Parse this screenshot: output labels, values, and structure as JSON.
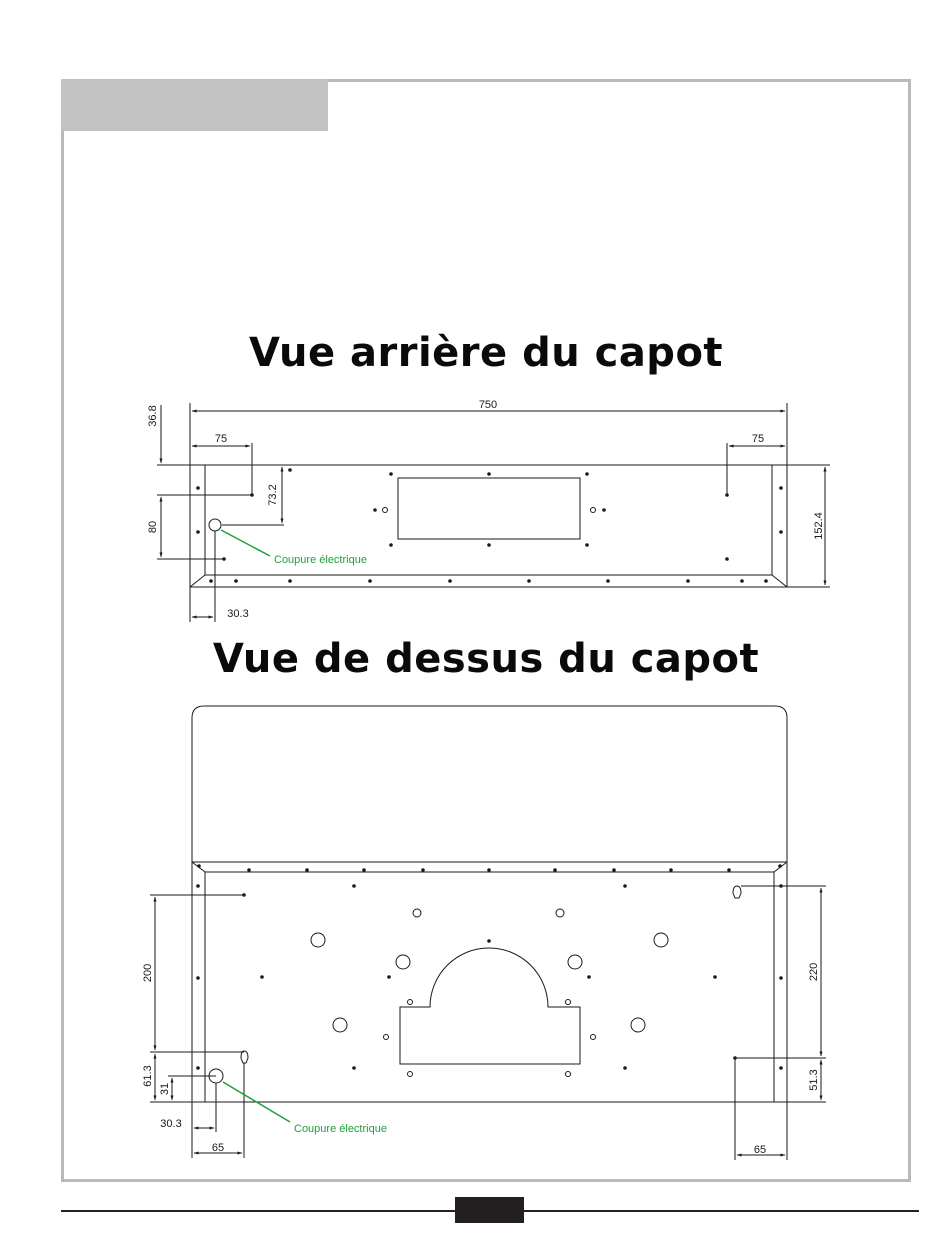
{
  "page": {
    "title_rear": "Vue arrière du capot",
    "title_top": "Vue de dessus du capot"
  },
  "rear_view": {
    "dim_width": "750",
    "dim_left_offset": "75",
    "dim_right_offset": "75",
    "dim_top": "36.8",
    "dim_hole_height": "73.2",
    "dim_hole_left": "80",
    "dim_height": "152.4",
    "dim_cut_x": "30.3",
    "cut_label": "Coupure électrique"
  },
  "top_view": {
    "dim_left_height": "200",
    "dim_right_height": "220",
    "dim_left_small": "61.3",
    "dim_left_tiny": "31",
    "dim_right_small": "51.3",
    "dim_cut_x": "30.3",
    "dim_left_65": "65",
    "dim_right_65": "65",
    "cut_label": "Coupure électrique"
  },
  "colors": {
    "annotation": "#1fa03a",
    "line": "#1a1a1a",
    "frame": "#b9b9b9"
  }
}
